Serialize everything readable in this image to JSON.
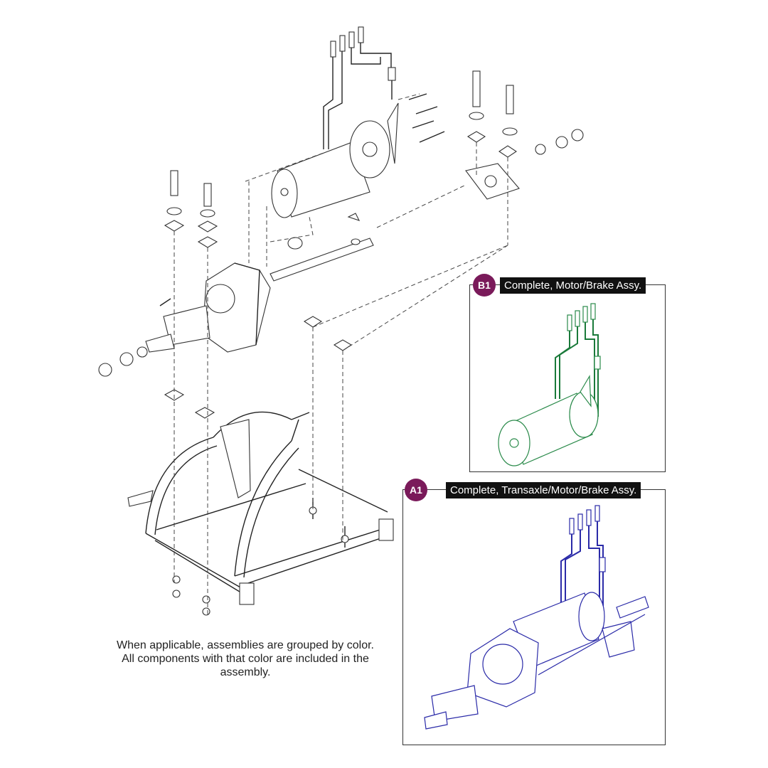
{
  "colors": {
    "badge": "#7a1a5a",
    "title_bg": "#111111",
    "b1_wire": "#1a7a3a",
    "b1_line": "#2a8a4a",
    "a1_line": "#2a2aa8"
  },
  "panels": [
    {
      "id": "b1",
      "badge": "B1",
      "title": "Complete, Motor/Brake Assy."
    },
    {
      "id": "a1",
      "badge": "A1",
      "title": "Complete, Transaxle/Motor/Brake Assy."
    }
  ],
  "note": "When applicable, assemblies are grouped by color. All components with that color are included in the assembly."
}
